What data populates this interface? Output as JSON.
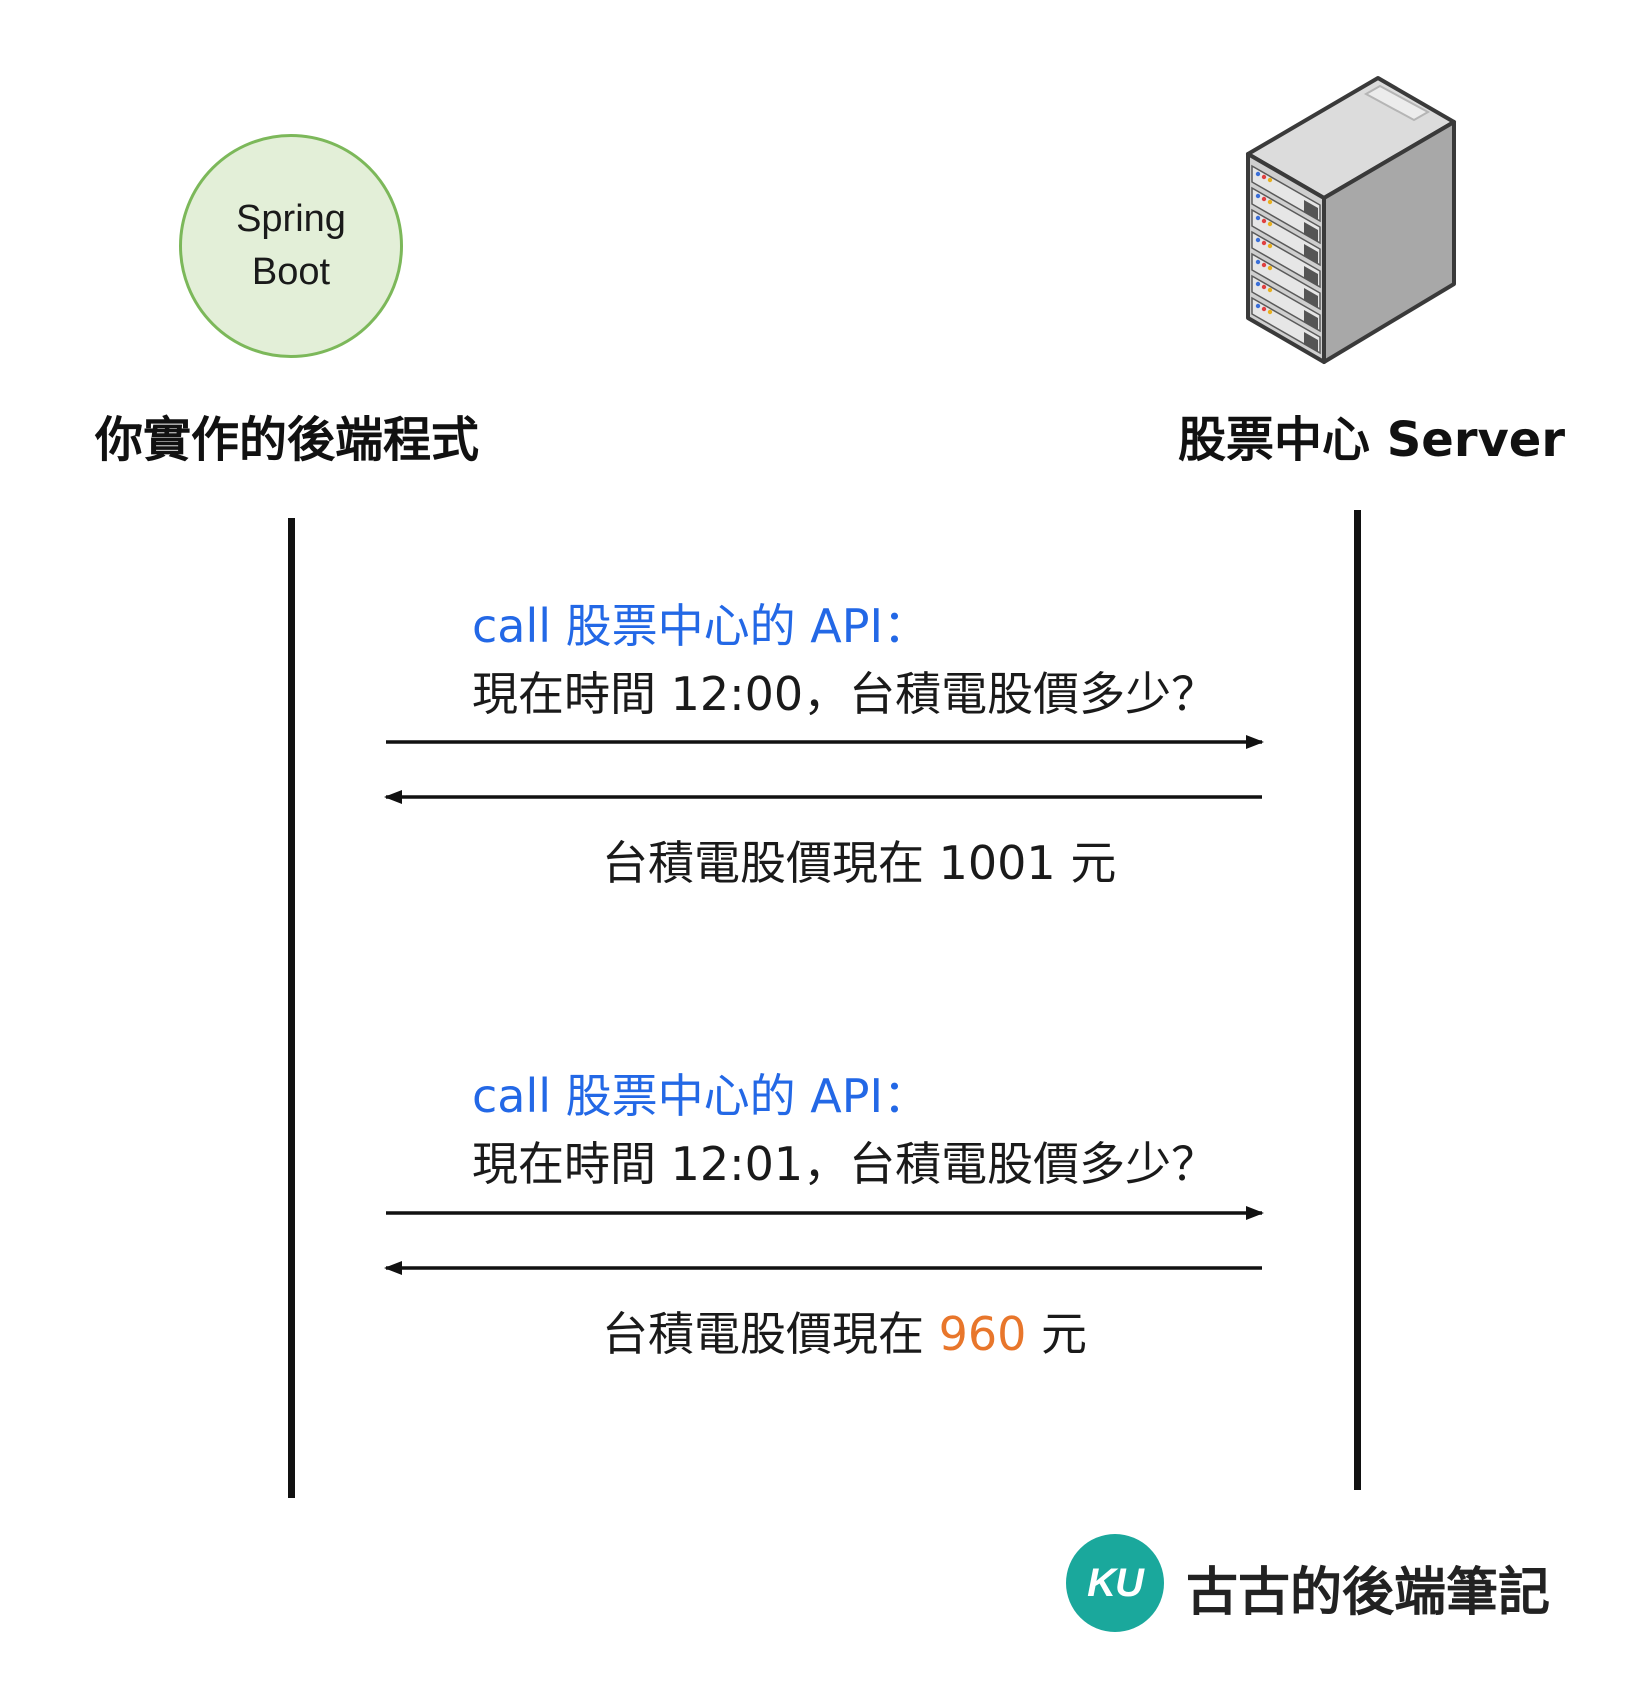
{
  "client": {
    "circle_line1": "Spring",
    "circle_line2": "Boot",
    "label": "你實作的後端程式"
  },
  "server": {
    "label": "股票中心 Server",
    "icon": "server-rack-icon"
  },
  "exchanges": [
    {
      "request_title": "call 股票中心的 API：",
      "request_text": "現在時間 12:00，台積電股價多少？",
      "response_prefix": "台積電股價現在 ",
      "response_value": "1001",
      "response_suffix": " 元"
    },
    {
      "request_title": "call 股票中心的 API：",
      "request_text": "現在時間 12:01，台積電股價多少？",
      "response_prefix": "台積電股價現在 ",
      "response_value": "960",
      "response_suffix": " 元"
    }
  ],
  "brand": {
    "logo_text": "KU",
    "name": "古古的後端筆記"
  },
  "colors": {
    "request_title": "#2368e6",
    "highlight_value": "#e8762b",
    "spring_fill": "#e3efd8",
    "spring_border": "#7cb85a",
    "brand": "#1aa89c"
  }
}
